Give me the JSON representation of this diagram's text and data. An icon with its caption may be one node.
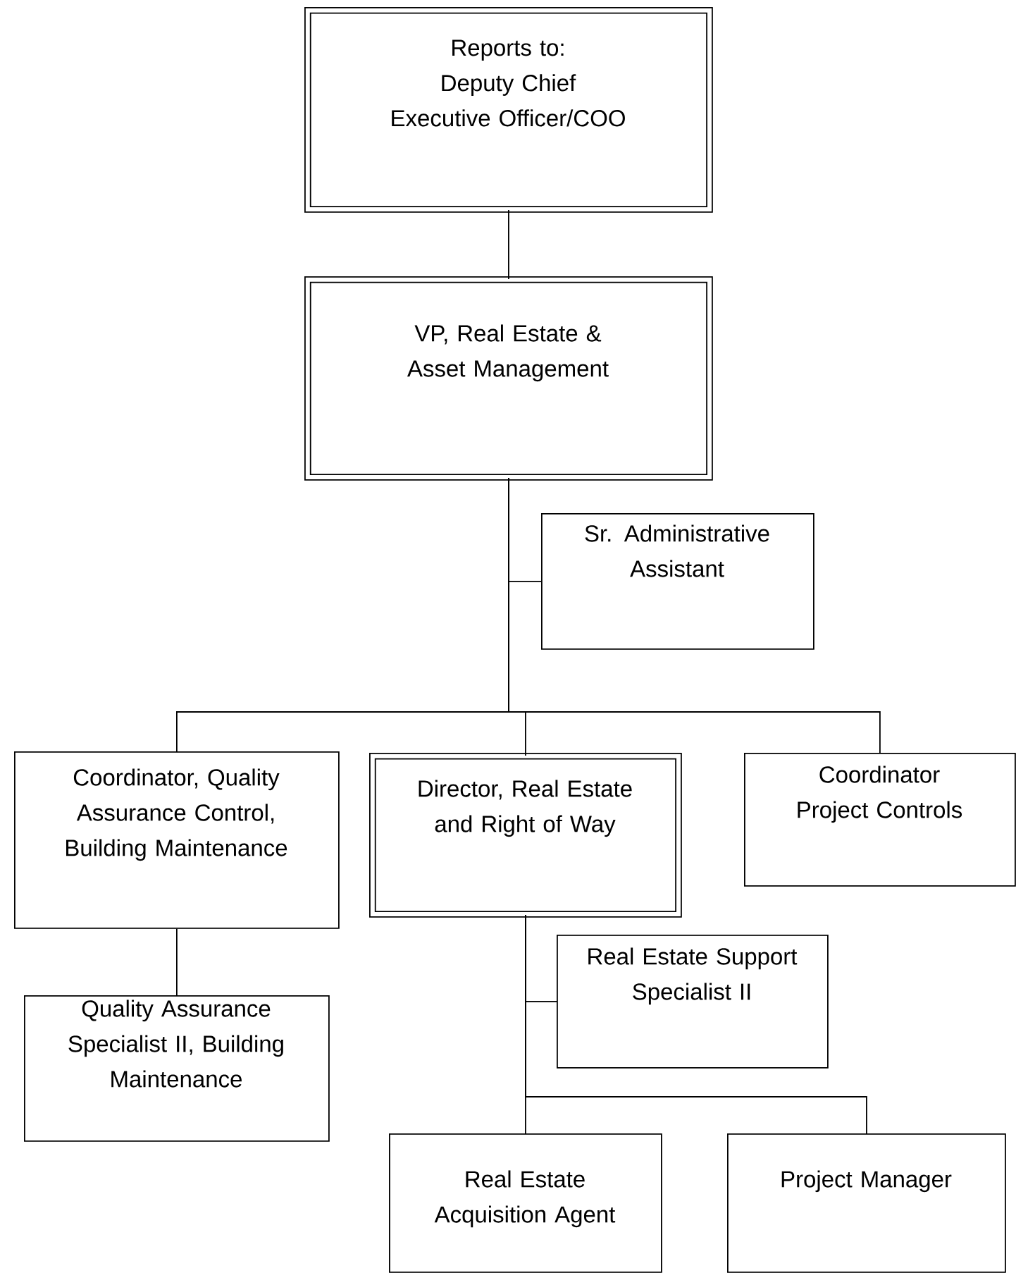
{
  "diagram": {
    "nodes": [
      {
        "text": [
          "Reports to:",
          "Deputy Chief Executive Officer/COO"
        ]
      },
      {
        "text": [
          "VP, Real Estate & Asset Management"
        ]
      },
      {
        "text": [
          "Sr. Administrative Assistant"
        ]
      },
      {
        "text": [
          "Coordinator, Quality Assurance Control, Building Maintenance"
        ]
      },
      {
        "text": [
          "Director, Real Estate and Right of Way"
        ]
      },
      {
        "text": [
          "Coordinator Project Controls"
        ]
      },
      {
        "text": [
          "Quality Assurance Specialist II, Building Maintenance"
        ]
      },
      {
        "text": [
          "Real Estate Support Specialist II"
        ]
      },
      {
        "text": [
          "Real Estate Acquisition Agent"
        ]
      },
      {
        "text": [
          "Project Manager"
        ]
      }
    ],
    "edges": [
      {
        "from": 0,
        "to": 1,
        "arrow": "none"
      },
      {
        "from": 1,
        "to": 2,
        "arrow": "none"
      },
      {
        "from": 1,
        "to": 3,
        "arrow": "none"
      },
      {
        "from": 1,
        "to": 4,
        "arrow": "none"
      },
      {
        "from": 1,
        "to": 5,
        "arrow": "none"
      },
      {
        "from": 3,
        "to": 6,
        "arrow": "none"
      },
      {
        "from": 4,
        "to": 7,
        "arrow": "none"
      },
      {
        "from": 4,
        "to": 8,
        "arrow": "none"
      },
      {
        "from": 4,
        "to": 9,
        "arrow": "none"
      }
    ]
  }
}
